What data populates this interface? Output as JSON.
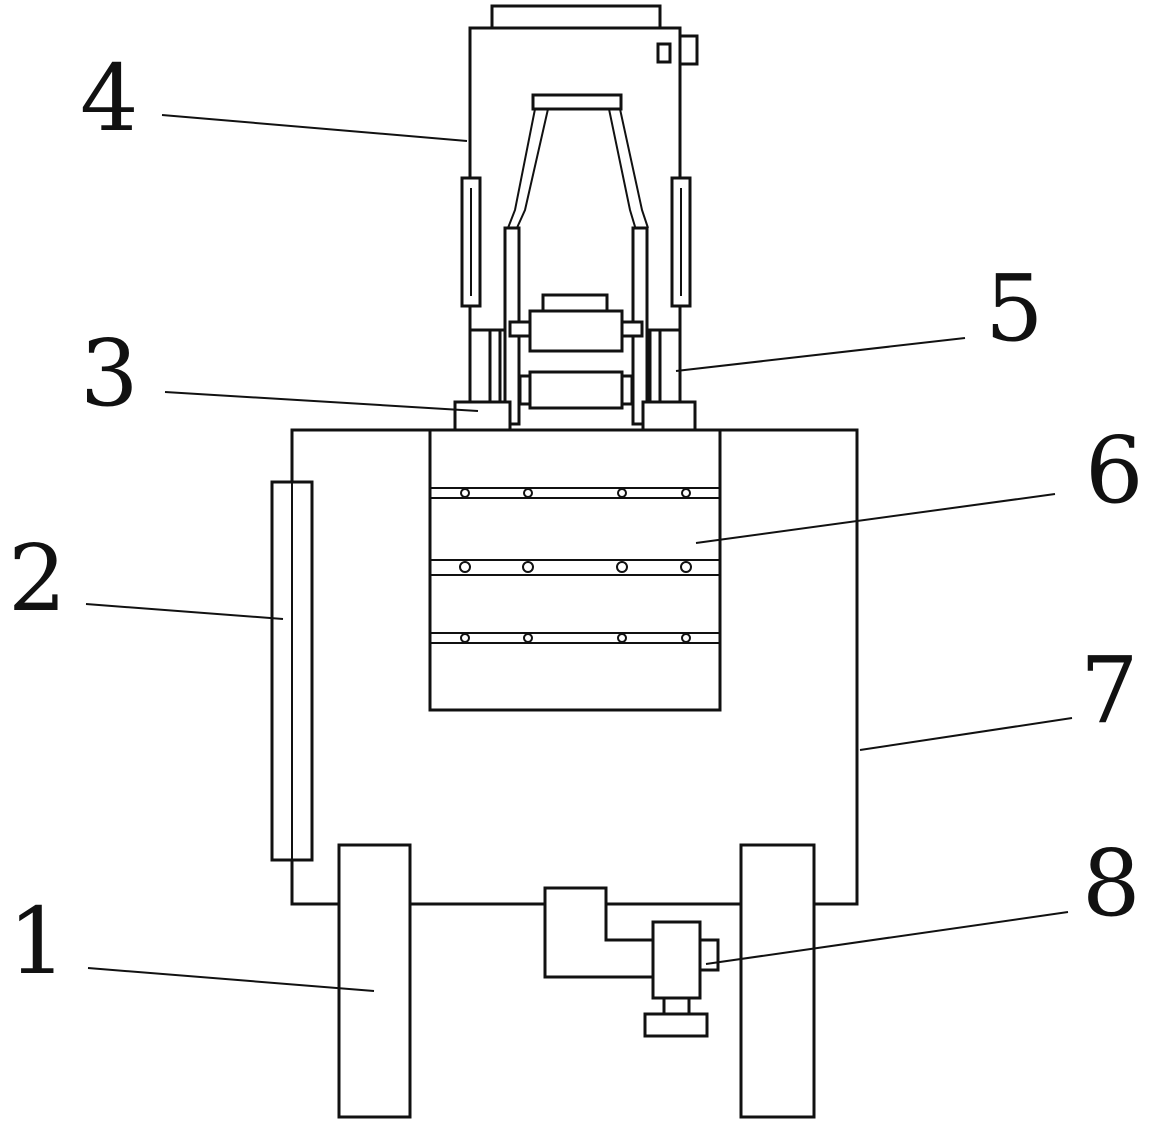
{
  "labels": {
    "l1": "1",
    "l2": "2",
    "l3": "3",
    "l4": "4",
    "l5": "5",
    "l6": "6",
    "l7": "7",
    "l8": "8"
  },
  "colors": {
    "line": "#111111",
    "background": "#ffffff"
  }
}
